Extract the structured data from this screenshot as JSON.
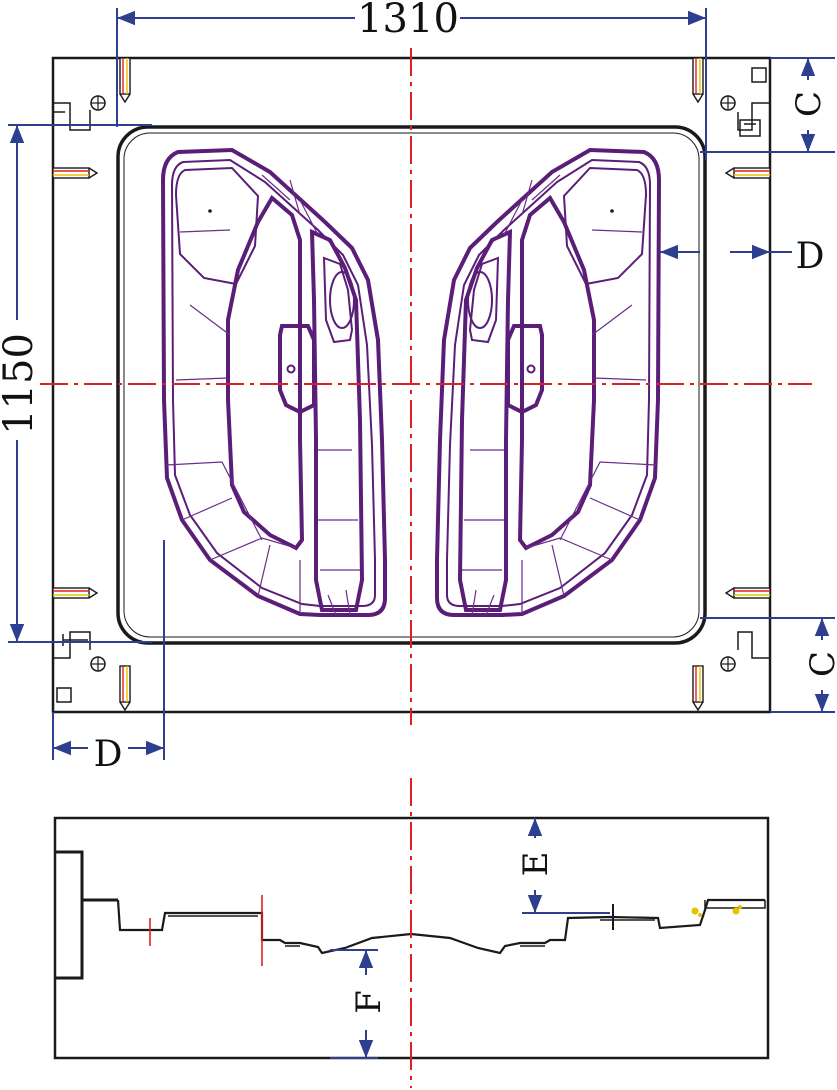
{
  "dimensions": {
    "width_label": "1310",
    "height_label": "1150",
    "c_top_label": "C",
    "c_bottom_label": "C",
    "d_right_label": "D",
    "d_bottom_label": "D",
    "e_label": "E",
    "f_label": "F"
  },
  "colors": {
    "outline": "#1a1a1a",
    "dimension": "#2e3f8f",
    "centerline": "#e02020",
    "part": "#5a1e78",
    "pin_yellow": "#e8c000"
  }
}
